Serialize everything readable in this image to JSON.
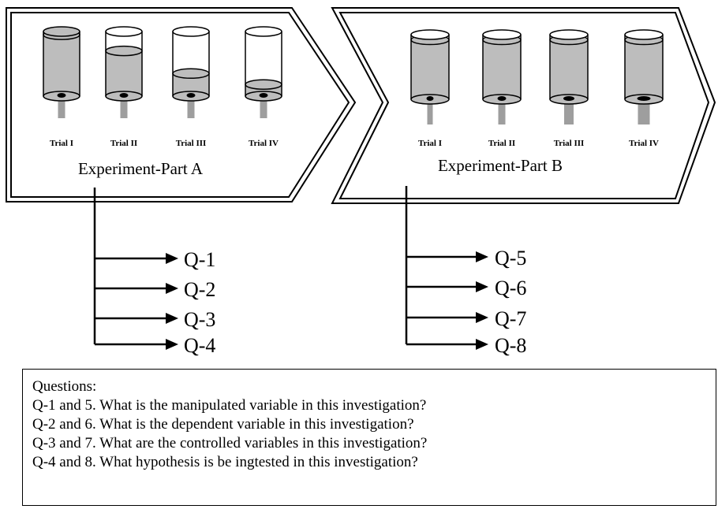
{
  "part_a": {
    "title": "Experiment-Part A",
    "trials": [
      {
        "label": "Trial I",
        "fill_level": 0.95,
        "outlet_width": "narrow"
      },
      {
        "label": "Trial II",
        "fill_level": 0.7,
        "outlet_width": "narrow"
      },
      {
        "label": "Trial III",
        "fill_level": 0.35,
        "outlet_width": "narrow"
      },
      {
        "label": "Trial IV",
        "fill_level": 0.18,
        "outlet_width": "narrow"
      }
    ],
    "questions": [
      "Q-1",
      "Q-2",
      "Q-3",
      "Q-4"
    ]
  },
  "part_b": {
    "title": "Experiment-Part B",
    "trials": [
      {
        "label": "Trial I",
        "fill_level": 0.92,
        "outlet_width": "very narrow"
      },
      {
        "label": "Trial II",
        "fill_level": 0.92,
        "outlet_width": "narrow"
      },
      {
        "label": "Trial III",
        "fill_level": 0.92,
        "outlet_width": "wide"
      },
      {
        "label": "Trial IV",
        "fill_level": 0.92,
        "outlet_width": "very wide"
      }
    ],
    "questions": [
      "Q-5",
      "Q-6",
      "Q-7",
      "Q-8"
    ]
  },
  "colors": {
    "liquid": "#bdbdbd",
    "outlet": "#9e9e9e",
    "line": "#000000"
  },
  "questions_box": {
    "heading": "Questions:",
    "items": [
      "Q-1 and 5. What is the manipulated variable in this investigation?",
      "Q-2 and 6. What is the dependent variable in this investigation?",
      "Q-3 and 7. What are the controlled variables in this investigation?",
      "Q-4 and 8. What hypothesis is be ingtested in this investigation?"
    ]
  }
}
